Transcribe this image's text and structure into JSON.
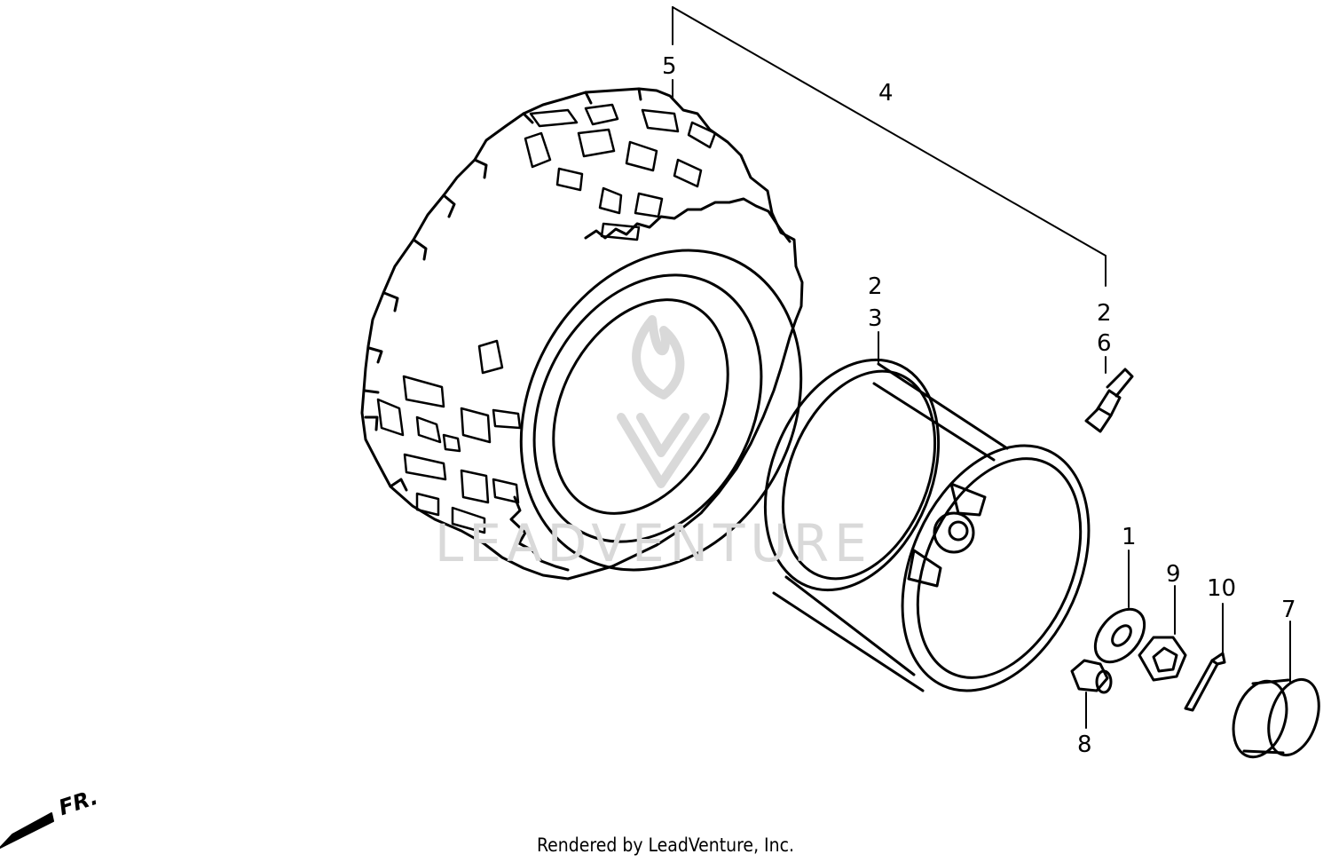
{
  "callouts": {
    "c1": "1",
    "c2_upper": "2",
    "c2_lower": "2",
    "c3": "3",
    "c4": "4",
    "c5": "5",
    "c6": "6",
    "c7": "7",
    "c8": "8",
    "c9": "9",
    "c10": "10"
  },
  "front_indicator": "FR.",
  "credit": "Rendered by LeadVenture, Inc.",
  "watermark": "LEADVENTURE",
  "colors": {
    "line": "#000000",
    "watermark": "#d9d9d9"
  }
}
